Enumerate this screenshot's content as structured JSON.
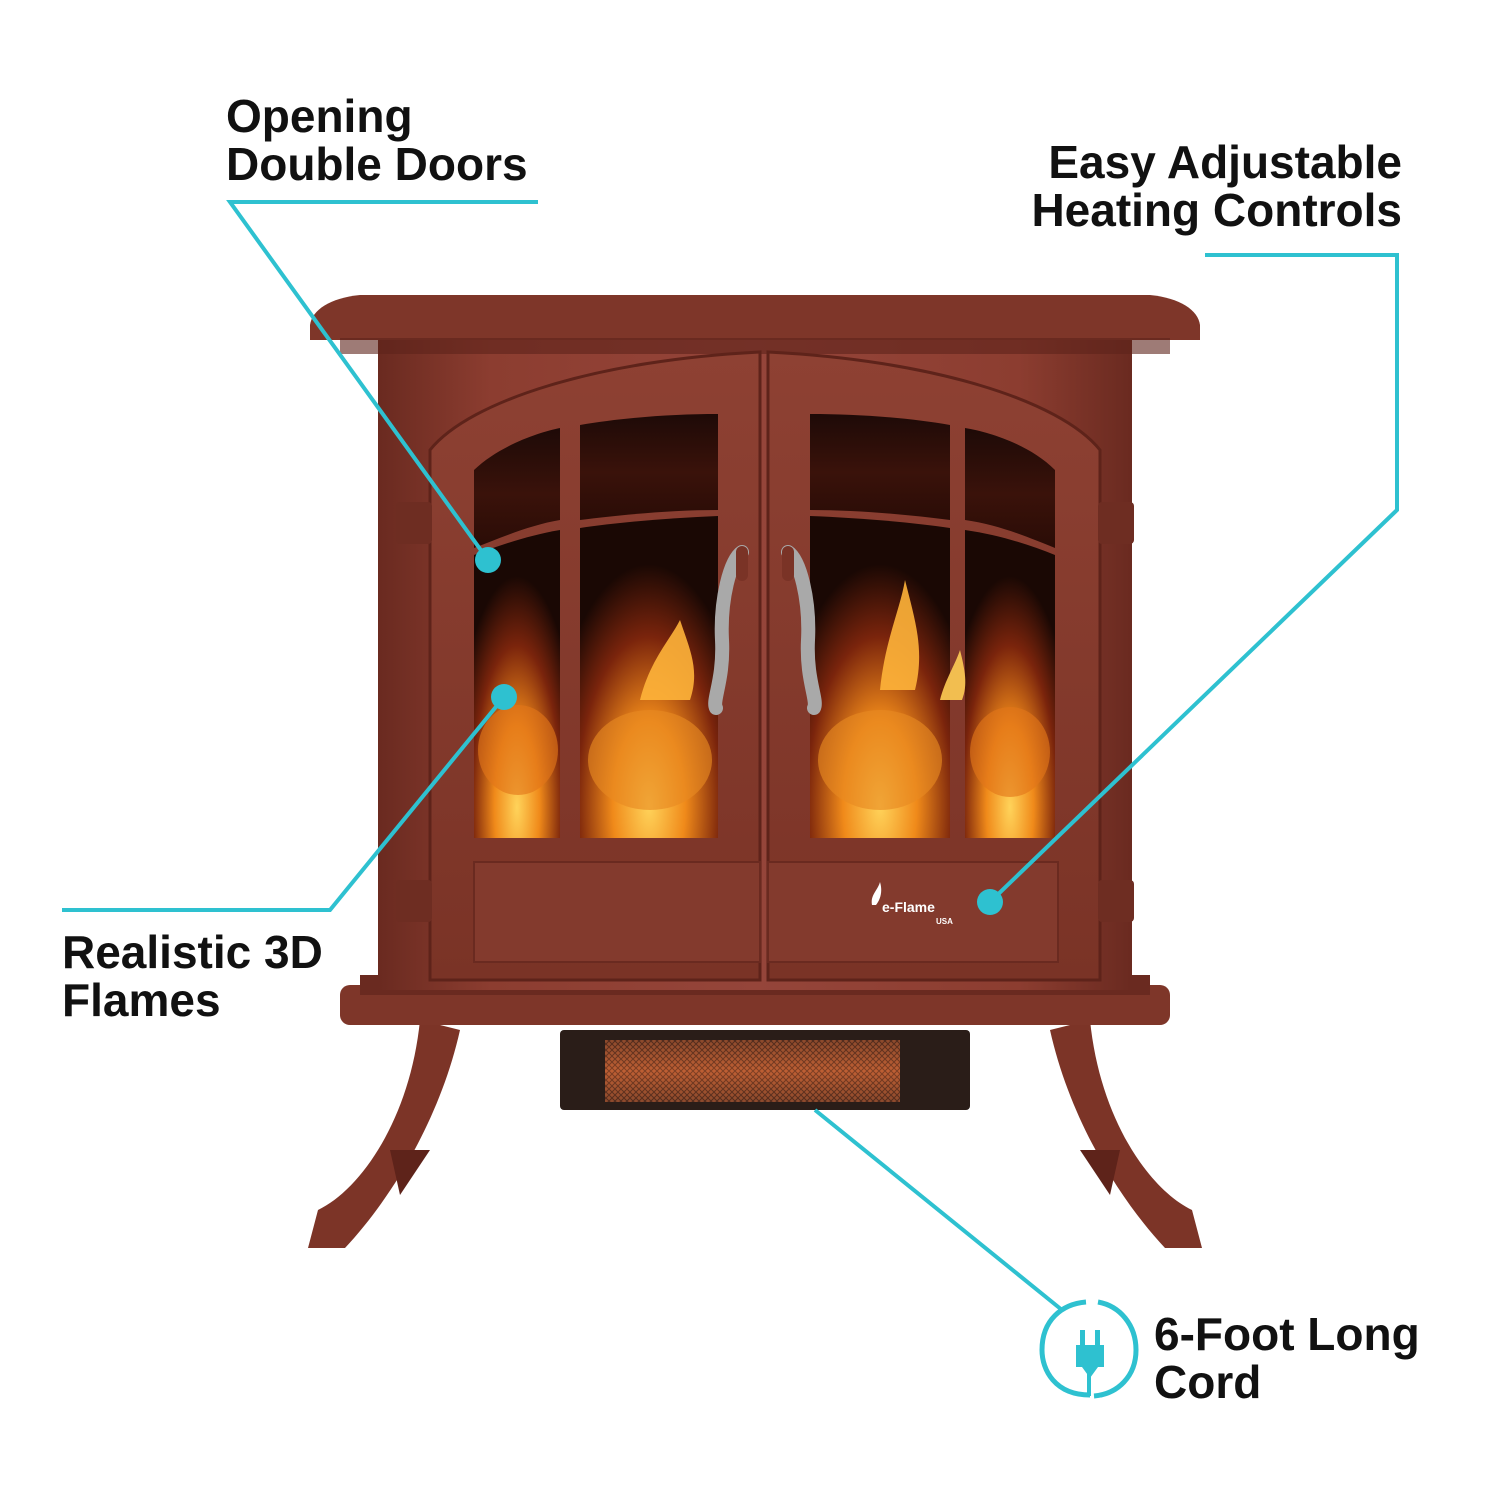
{
  "callouts": {
    "doors": {
      "line1": "Opening",
      "line2": "Double Doors"
    },
    "controls": {
      "line1": "Easy Adjustable",
      "line2": "Heating Controls"
    },
    "flames": {
      "line1": "Realistic 3D",
      "line2": "Flames"
    },
    "cord": {
      "line1": "6-Foot Long",
      "line2": "Cord"
    }
  },
  "brand": {
    "name": "e-Flame",
    "region": "USA"
  },
  "colors": {
    "accent": "#2ec1d0",
    "stove": "#8a3b2e",
    "stove_dark": "#5e231a",
    "text": "#111111",
    "flame": "#f39a1c"
  },
  "icons": [
    "plug-icon",
    "flame-icon"
  ]
}
